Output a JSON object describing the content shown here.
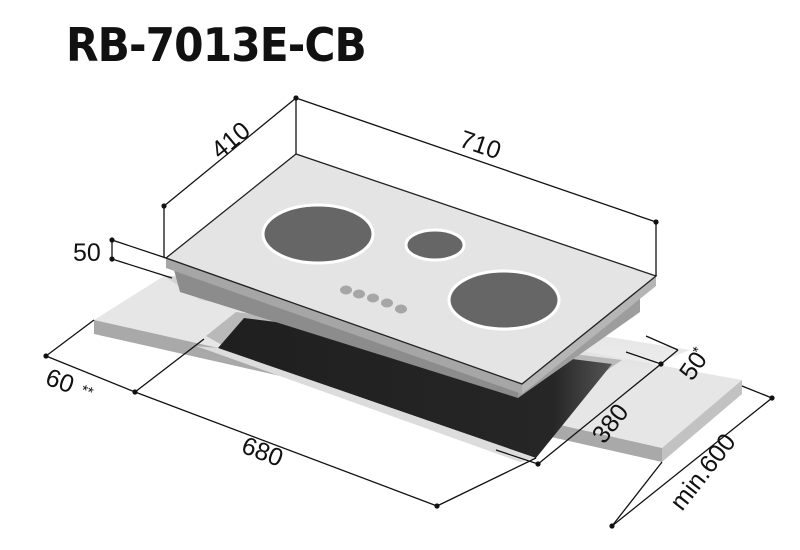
{
  "title": "RB-7013E-CB",
  "diagram": {
    "type": "isometric-installation-dimensions",
    "subject": "built-in cooktop with countertop cutout",
    "units": "mm",
    "dimensions": {
      "hob_depth": "410",
      "hob_width": "710",
      "hob_height": "50",
      "cutout_depth": "380",
      "cutout_width": "680",
      "back_clearance": "50",
      "back_clearance_mark": "*",
      "side_clearance": "60",
      "side_clearance_mark": "**",
      "countertop_depth": "min.600"
    },
    "cooking_zones": [
      {
        "name": "large-zone-left"
      },
      {
        "name": "small-zone-center"
      },
      {
        "name": "large-zone-right"
      }
    ],
    "control_dots": 5,
    "colors": {
      "hob_top": "#e4e4e4",
      "hob_edge": "#9a9a9a",
      "zone_fill": "#666666",
      "zone_ring": "#ffffff",
      "control_dot": "#a6a6a6",
      "countertop_top": "#e6e6e6",
      "countertop_edge": "#a8a8a8",
      "cutout": "#222222",
      "dimension_line": "#111111"
    }
  }
}
